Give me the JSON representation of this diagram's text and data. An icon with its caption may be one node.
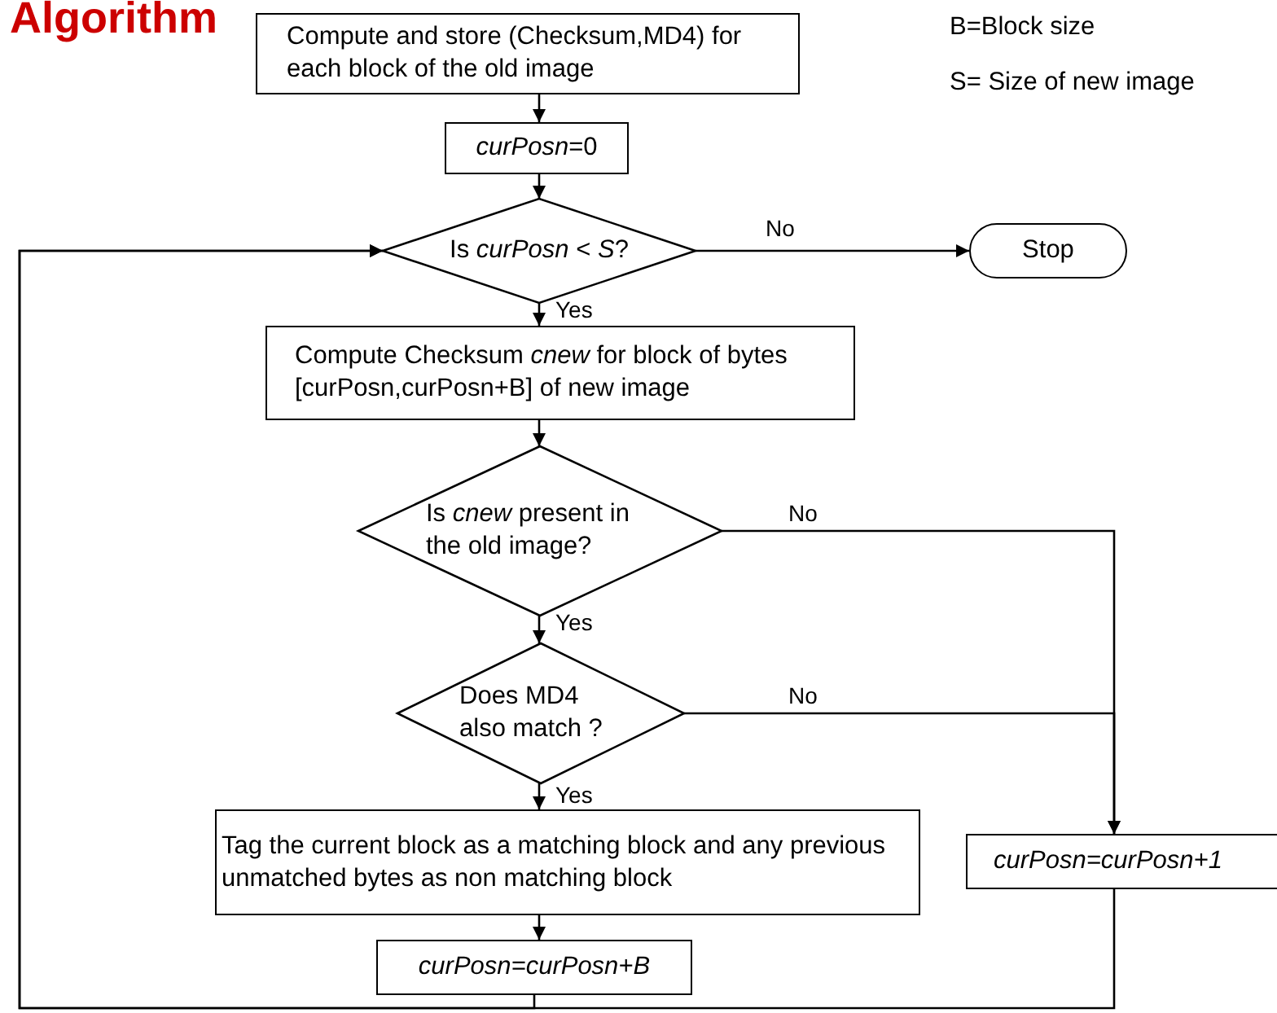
{
  "diagram": {
    "title": "Algorithm",
    "nodes": [
      {
        "text": [
          "Compute and store (Checksum,MD4) for each block of the old image"
        ]
      },
      {
        "text": [
          "*curPosn*=0"
        ]
      },
      {
        "text": [
          "Is *curPosn* < *S*?"
        ]
      },
      {
        "text": [
          "Stop"
        ]
      },
      {
        "text": [
          "Compute Checksum *cnew* for block of bytes [curPosn,curPosn+B] of new image"
        ]
      },
      {
        "text": [
          "Is *cnew* present in the old image?"
        ]
      },
      {
        "text": [
          "Does MD4 also match ?"
        ]
      },
      {
        "text": [
          "Tag the current block as a matching block and any previous unmatched bytes as non matching block"
        ]
      },
      {
        "text": [
          "curPosn=curPosn+B"
        ]
      },
      {
        "text": [
          "curPosn=curPosn+1"
        ]
      }
    ],
    "edges": [
      {
        "from": 0,
        "to": 1,
        "arrow": "to"
      },
      {
        "from": 1,
        "to": 2,
        "arrow": "to"
      },
      {
        "from": 2,
        "to": 3,
        "arrow": "to",
        "label": "No"
      },
      {
        "from": 2,
        "to": 4,
        "arrow": "to",
        "label": "Yes"
      },
      {
        "from": 4,
        "to": 5,
        "arrow": "to"
      },
      {
        "from": 5,
        "to": 6,
        "arrow": "to",
        "label": "Yes"
      },
      {
        "from": 5,
        "to": 9,
        "arrow": "to",
        "label": "No"
      },
      {
        "from": 6,
        "to": 9,
        "arrow": "to",
        "label": "No"
      },
      {
        "from": 6,
        "to": 7,
        "arrow": "to",
        "label": "Yes"
      },
      {
        "from": 7,
        "to": 8,
        "arrow": "to"
      },
      {
        "from": 8,
        "to": 2,
        "arrow": "to"
      },
      {
        "from": 9,
        "to": 2,
        "arrow": "to"
      }
    ],
    "labels": [
      "B=Block size",
      "S= Size of new image"
    ]
  }
}
